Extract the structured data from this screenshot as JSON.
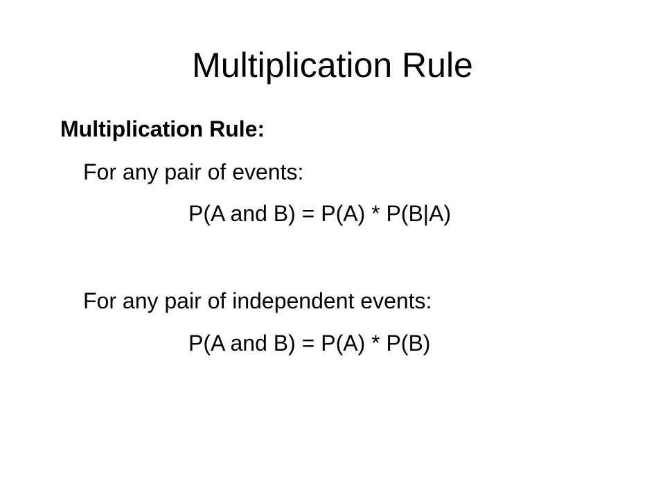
{
  "slide": {
    "title": "Multiplication Rule",
    "heading": "Multiplication Rule:",
    "rules": [
      {
        "condition": "For any pair of events:",
        "formula": "P(A and B) = P(A) * P(B|A)"
      },
      {
        "condition": "For any pair of independent events:",
        "formula": "P(A and B) = P(A) * P(B)"
      }
    ]
  }
}
